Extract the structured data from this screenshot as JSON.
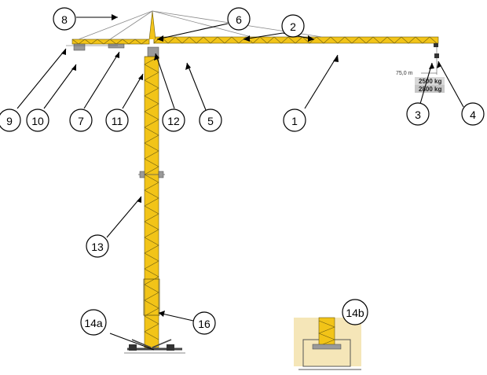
{
  "diagram": {
    "callouts": [
      {
        "label": "1"
      },
      {
        "label": "2"
      },
      {
        "label": "3"
      },
      {
        "label": "4"
      },
      {
        "label": "5"
      },
      {
        "label": "6"
      },
      {
        "label": "7"
      },
      {
        "label": "8"
      },
      {
        "label": "9"
      },
      {
        "label": "10"
      },
      {
        "label": "11"
      },
      {
        "label": "12"
      },
      {
        "label": "13"
      },
      {
        "label": "14a"
      },
      {
        "label": "14b"
      },
      {
        "label": "16"
      }
    ],
    "jib_length": "75,0 m",
    "loads": [
      "2500 kg",
      "2800 kg"
    ]
  },
  "colors": {
    "crane": "#f2c418",
    "outline": "#6a5a10",
    "ties": "#8a8a8a",
    "foundation": "#f5e6b8"
  }
}
